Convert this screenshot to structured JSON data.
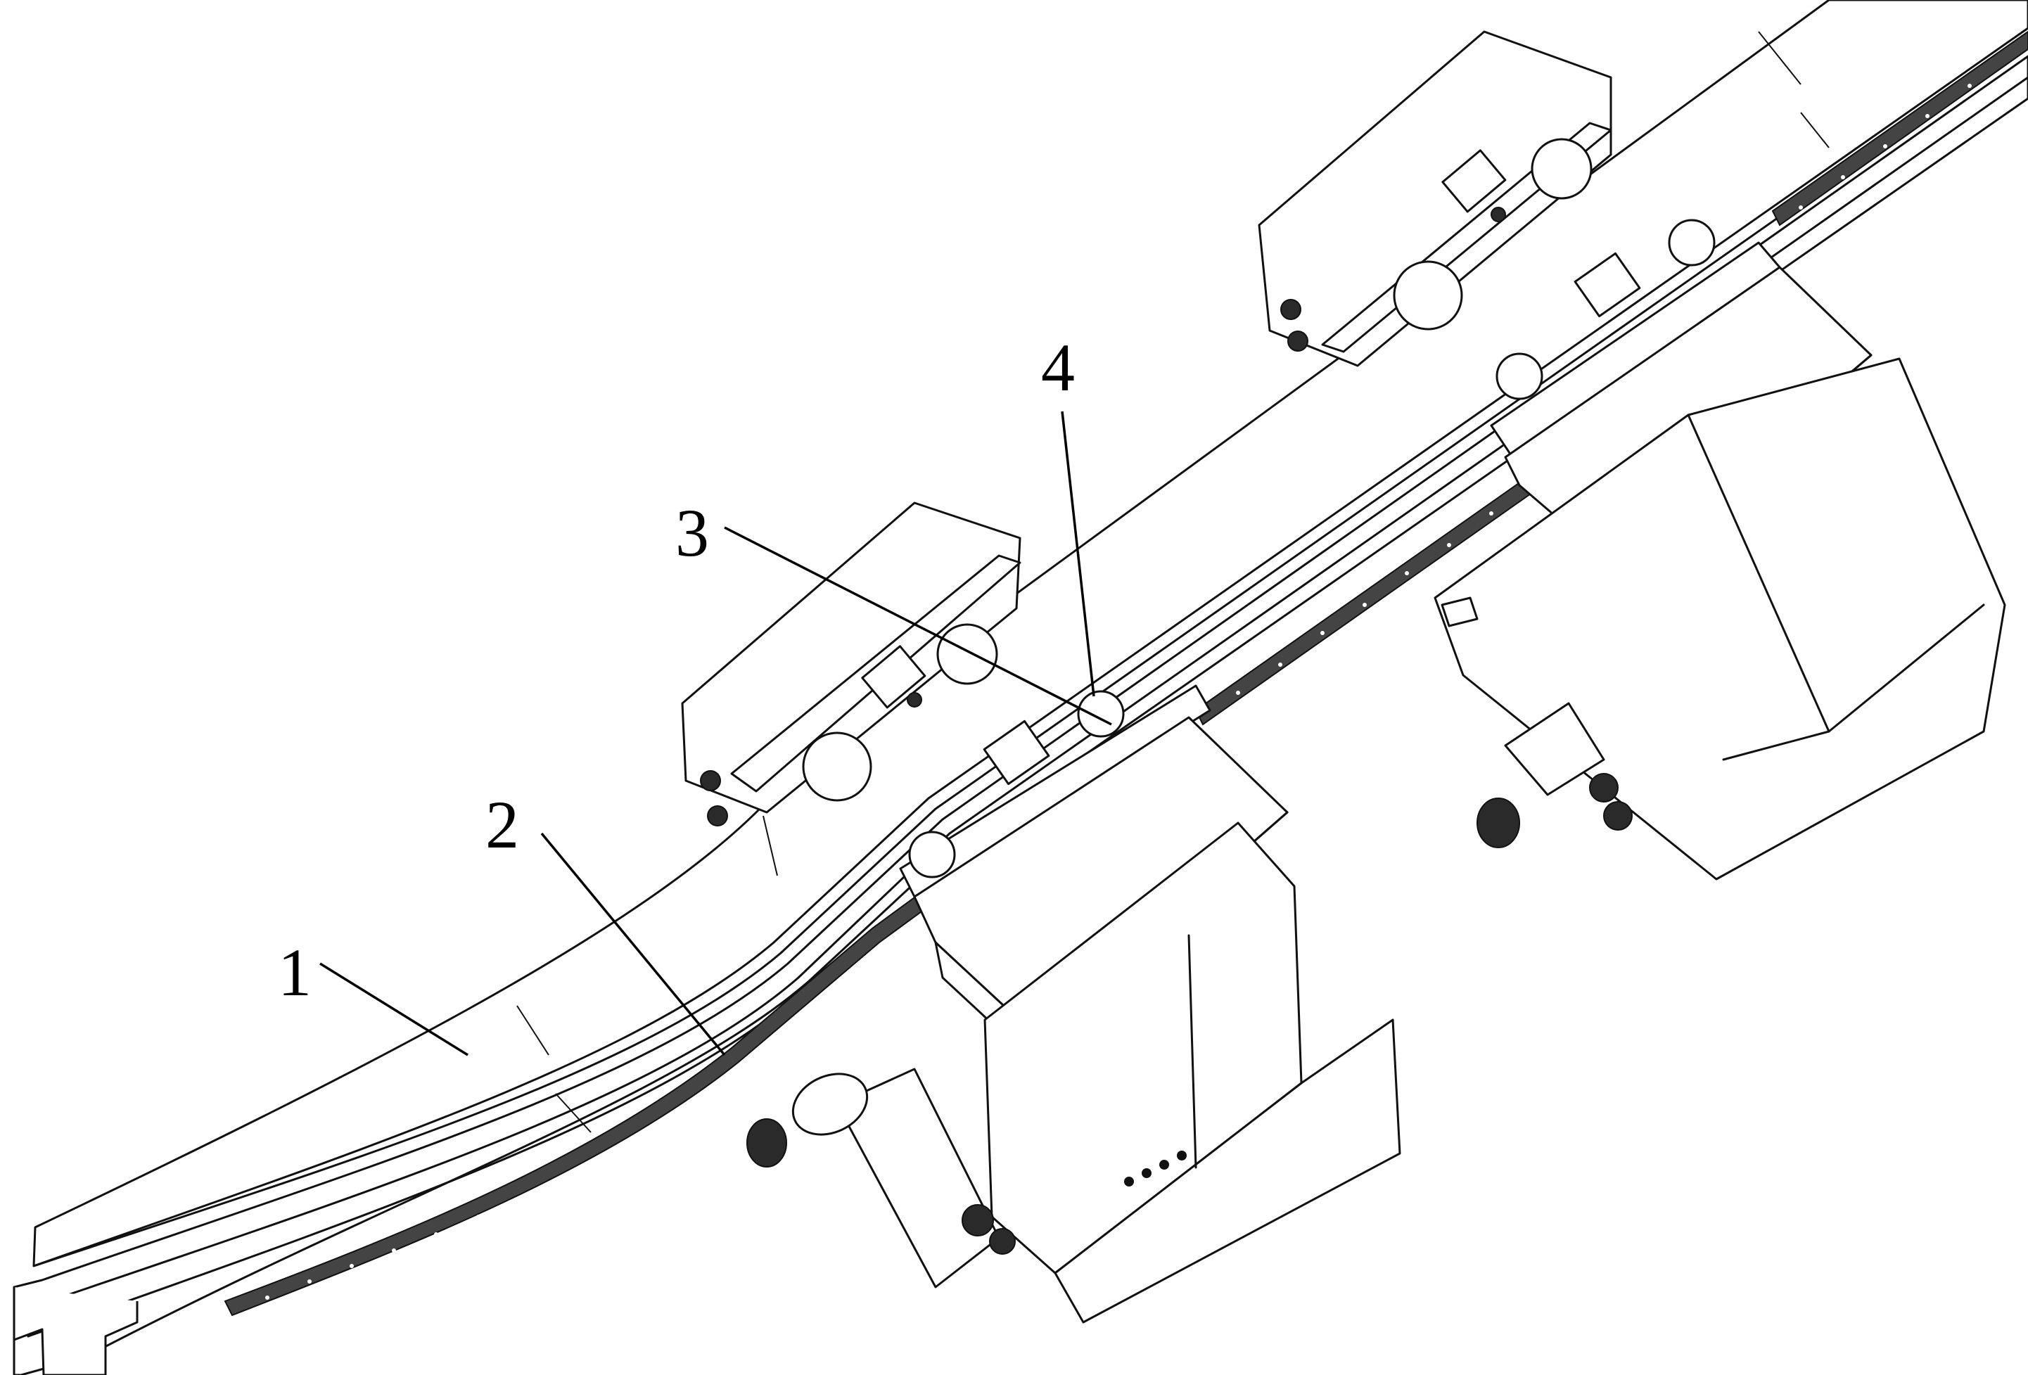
{
  "figure": {
    "labels": [
      {
        "id": "1",
        "text": "1"
      },
      {
        "id": "2",
        "text": "2"
      },
      {
        "id": "3",
        "text": "3"
      },
      {
        "id": "4",
        "text": "4"
      }
    ]
  },
  "colors": {
    "line": "#111111",
    "background": "#ffffff",
    "rack": "#444444"
  }
}
